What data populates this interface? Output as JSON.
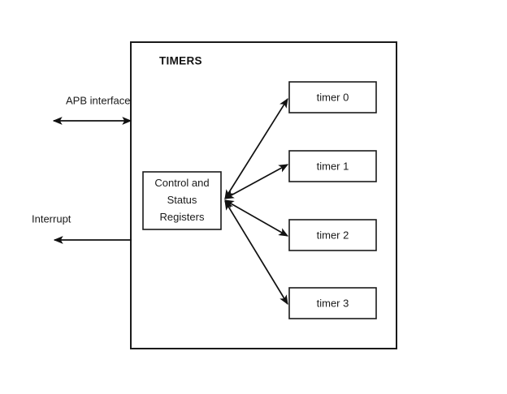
{
  "diagram": {
    "module": {
      "title": "TIMERS",
      "border_color": "#1a1a1a",
      "fill_color": "#ffffff"
    },
    "control_block": {
      "line1": "Control and",
      "line2": "Status",
      "line3": "Registers"
    },
    "timers": [
      {
        "label": "timer 0"
      },
      {
        "label": "timer 1"
      },
      {
        "label": "timer 2"
      },
      {
        "label": "timer 3"
      }
    ],
    "ports": [
      {
        "label": "APB interface",
        "direction": "bidirectional"
      },
      {
        "label": "Interrupt",
        "direction": "output"
      }
    ],
    "connections": {
      "style": "bidirectional-arrow",
      "color": "#111111"
    }
  }
}
